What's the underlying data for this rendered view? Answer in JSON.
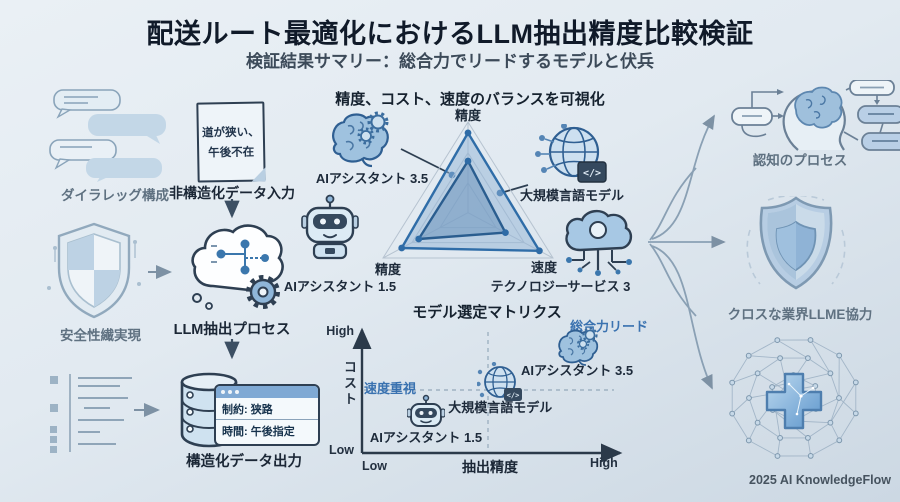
{
  "header": {
    "title": "配送ルート最適化におけるLLM抽出精度比較検証",
    "subtitle": "検証結果サマリー：総合力でリードするモデルと伏兵"
  },
  "left_column": {
    "dialog_label": "ダイラレッグ構成",
    "safety_label": "安全性繊実現"
  },
  "pipeline": {
    "note_line1": "道が狭い、",
    "note_line2": "午後不在",
    "input_label": "非構造化データ入力",
    "process_label": "LLM抽出プロセス",
    "db_row1": "制約: 狭路",
    "db_row2": "時間: 午後指定",
    "output_label": "構造化データ出力"
  },
  "radar_section": {
    "heading": "精度、コスト、速度のバランスを可視化",
    "axis_top": "精度",
    "axis_left": "精度",
    "axis_right": "速度",
    "model_tl": "AIアシスタント 3.5",
    "model_tr": "大規模言語モデル",
    "model_bl": "AIアシスタント 1.5",
    "model_br": "テクノロジーサービス 3"
  },
  "matrix_section": {
    "title": "モデル選定マトリクス",
    "y_label": "コスト",
    "x_label": "抽出精度",
    "y_high": "High",
    "y_low": "Low",
    "x_low": "Low",
    "x_high": "High"
  },
  "right_column": {
    "cognition_label": "認知のプロセス",
    "collab_label": "クロスな業界LLME協力",
    "credit": "2025 AI KnowledgeFlow"
  },
  "colors": {
    "accent_blue": "#3a72b0",
    "radar_stroke": "#2f6da8",
    "outline_dark": "#2e3f52",
    "background_top": "#e9eff4",
    "background_bottom": "#ccd9e4"
  },
  "chart_data": [
    {
      "type": "radar",
      "title": "精度、コスト、速度のバランスを可視化",
      "axes": [
        "精度",
        "精度",
        "速度"
      ],
      "scale": [
        0,
        1
      ],
      "grid": true,
      "series": [
        {
          "name": "大規模言語モデル",
          "values": [
            0.88,
            0.78,
            0.84
          ]
        },
        {
          "name": "AIアシスタント",
          "values": [
            0.57,
            0.58,
            0.44
          ]
        }
      ]
    },
    {
      "type": "scatter",
      "title": "モデル選定マトリクス",
      "xlabel": "抽出精度",
      "ylabel": "コスト",
      "x_range": [
        "Low",
        "High"
      ],
      "y_range": [
        "Low",
        "High"
      ],
      "grid": "dashed-crosshair",
      "points": [
        {
          "name": "AIアシスタント 1.5",
          "x": 0.25,
          "y": 0.32,
          "icon": "robot-icon"
        },
        {
          "name": "大規模言語モデル",
          "x": 0.54,
          "y": 0.56,
          "icon": "globe-icon"
        },
        {
          "name": "AIアシスタント 3.5",
          "x": 0.84,
          "y": 0.86,
          "icon": "brain-icon"
        }
      ],
      "annotations": [
        {
          "text": "総合力リード",
          "x": 0.95,
          "y": 1.05
        },
        {
          "text": "速度重視",
          "x": 0.02,
          "y": 0.56
        }
      ]
    }
  ]
}
